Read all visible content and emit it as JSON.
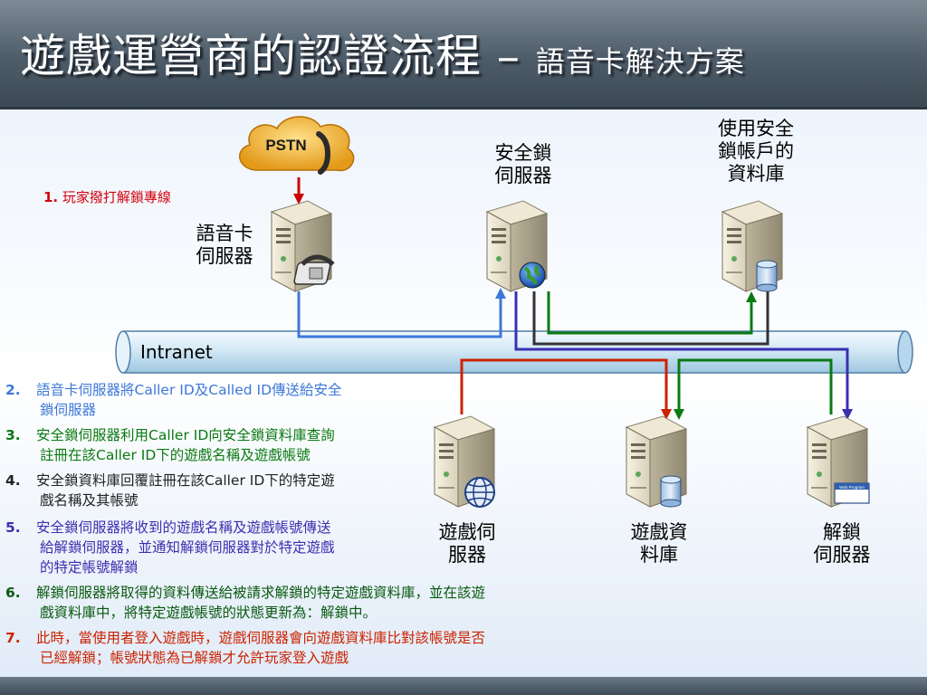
{
  "title": {
    "main": "遊戲運營商的認證流程",
    "dash": " – ",
    "sub": "語音卡解決方案"
  },
  "colors": {
    "blue": "#3d78d8",
    "red": "#cc2200",
    "navy": "#2a2aa0",
    "green": "#0a7a12",
    "dark": "#333333",
    "violet": "#3b2fb0"
  },
  "nodes": {
    "pstn": "PSTN",
    "voice_server": "語音卡\n伺服器",
    "lock_server": "安全鎖\n伺服器",
    "account_db": "使用安全\n鎖帳戶的\n資料庫",
    "game_server": "遊戲伺\n服器",
    "game_db": "遊戲資\n料庫",
    "unlock_server": "解鎖\n伺服器",
    "intranet": "Intranet",
    "web_program": "Web Program"
  },
  "steps": [
    {
      "num": "1.",
      "line1": "玩家撥打解鎖專線",
      "line2": "",
      "color": "#d4000e"
    },
    {
      "num": "2.",
      "line1": "語音卡伺服器將Caller ID及Called ID傳送給安全",
      "line2": "鎖伺服器",
      "color": "#3d78d8"
    },
    {
      "num": "3.",
      "line1": "安全鎖伺服器利用Caller ID向安全鎖資料庫查詢",
      "line2": "註冊在該Caller ID下的遊戲名稱及遊戲帳號",
      "color": "#0a7a12"
    },
    {
      "num": "4.",
      "line1": "安全鎖資料庫回覆註冊在該Caller ID下的特定遊",
      "line2": "戲名稱及其帳號",
      "color": "#222222"
    },
    {
      "num": "5.",
      "line1": "安全鎖伺服器將收到的遊戲名稱及遊戲帳號傳送",
      "line2": "給解鎖伺服器，並通知解鎖伺服器對於特定遊戲",
      "line3": "的特定帳號解鎖",
      "color": "#3b2fb0"
    },
    {
      "num": "6.",
      "line1": "解鎖伺服器將取得的資料傳送給被請求解鎖的特定遊戲資料庫，並在該遊",
      "line2": "戲資料庫中，將特定遊戲帳號的狀態更新為：解鎖中。",
      "color": "#0a5a10"
    },
    {
      "num": "7.",
      "line1": "此時，當使用者登入遊戲時，遊戲伺服器會向遊戲資料庫比對該帳號是否",
      "line2": "已經解鎖；帳號狀態為已解鎖才允許玩家登入遊戲",
      "color": "#cc2200"
    }
  ]
}
